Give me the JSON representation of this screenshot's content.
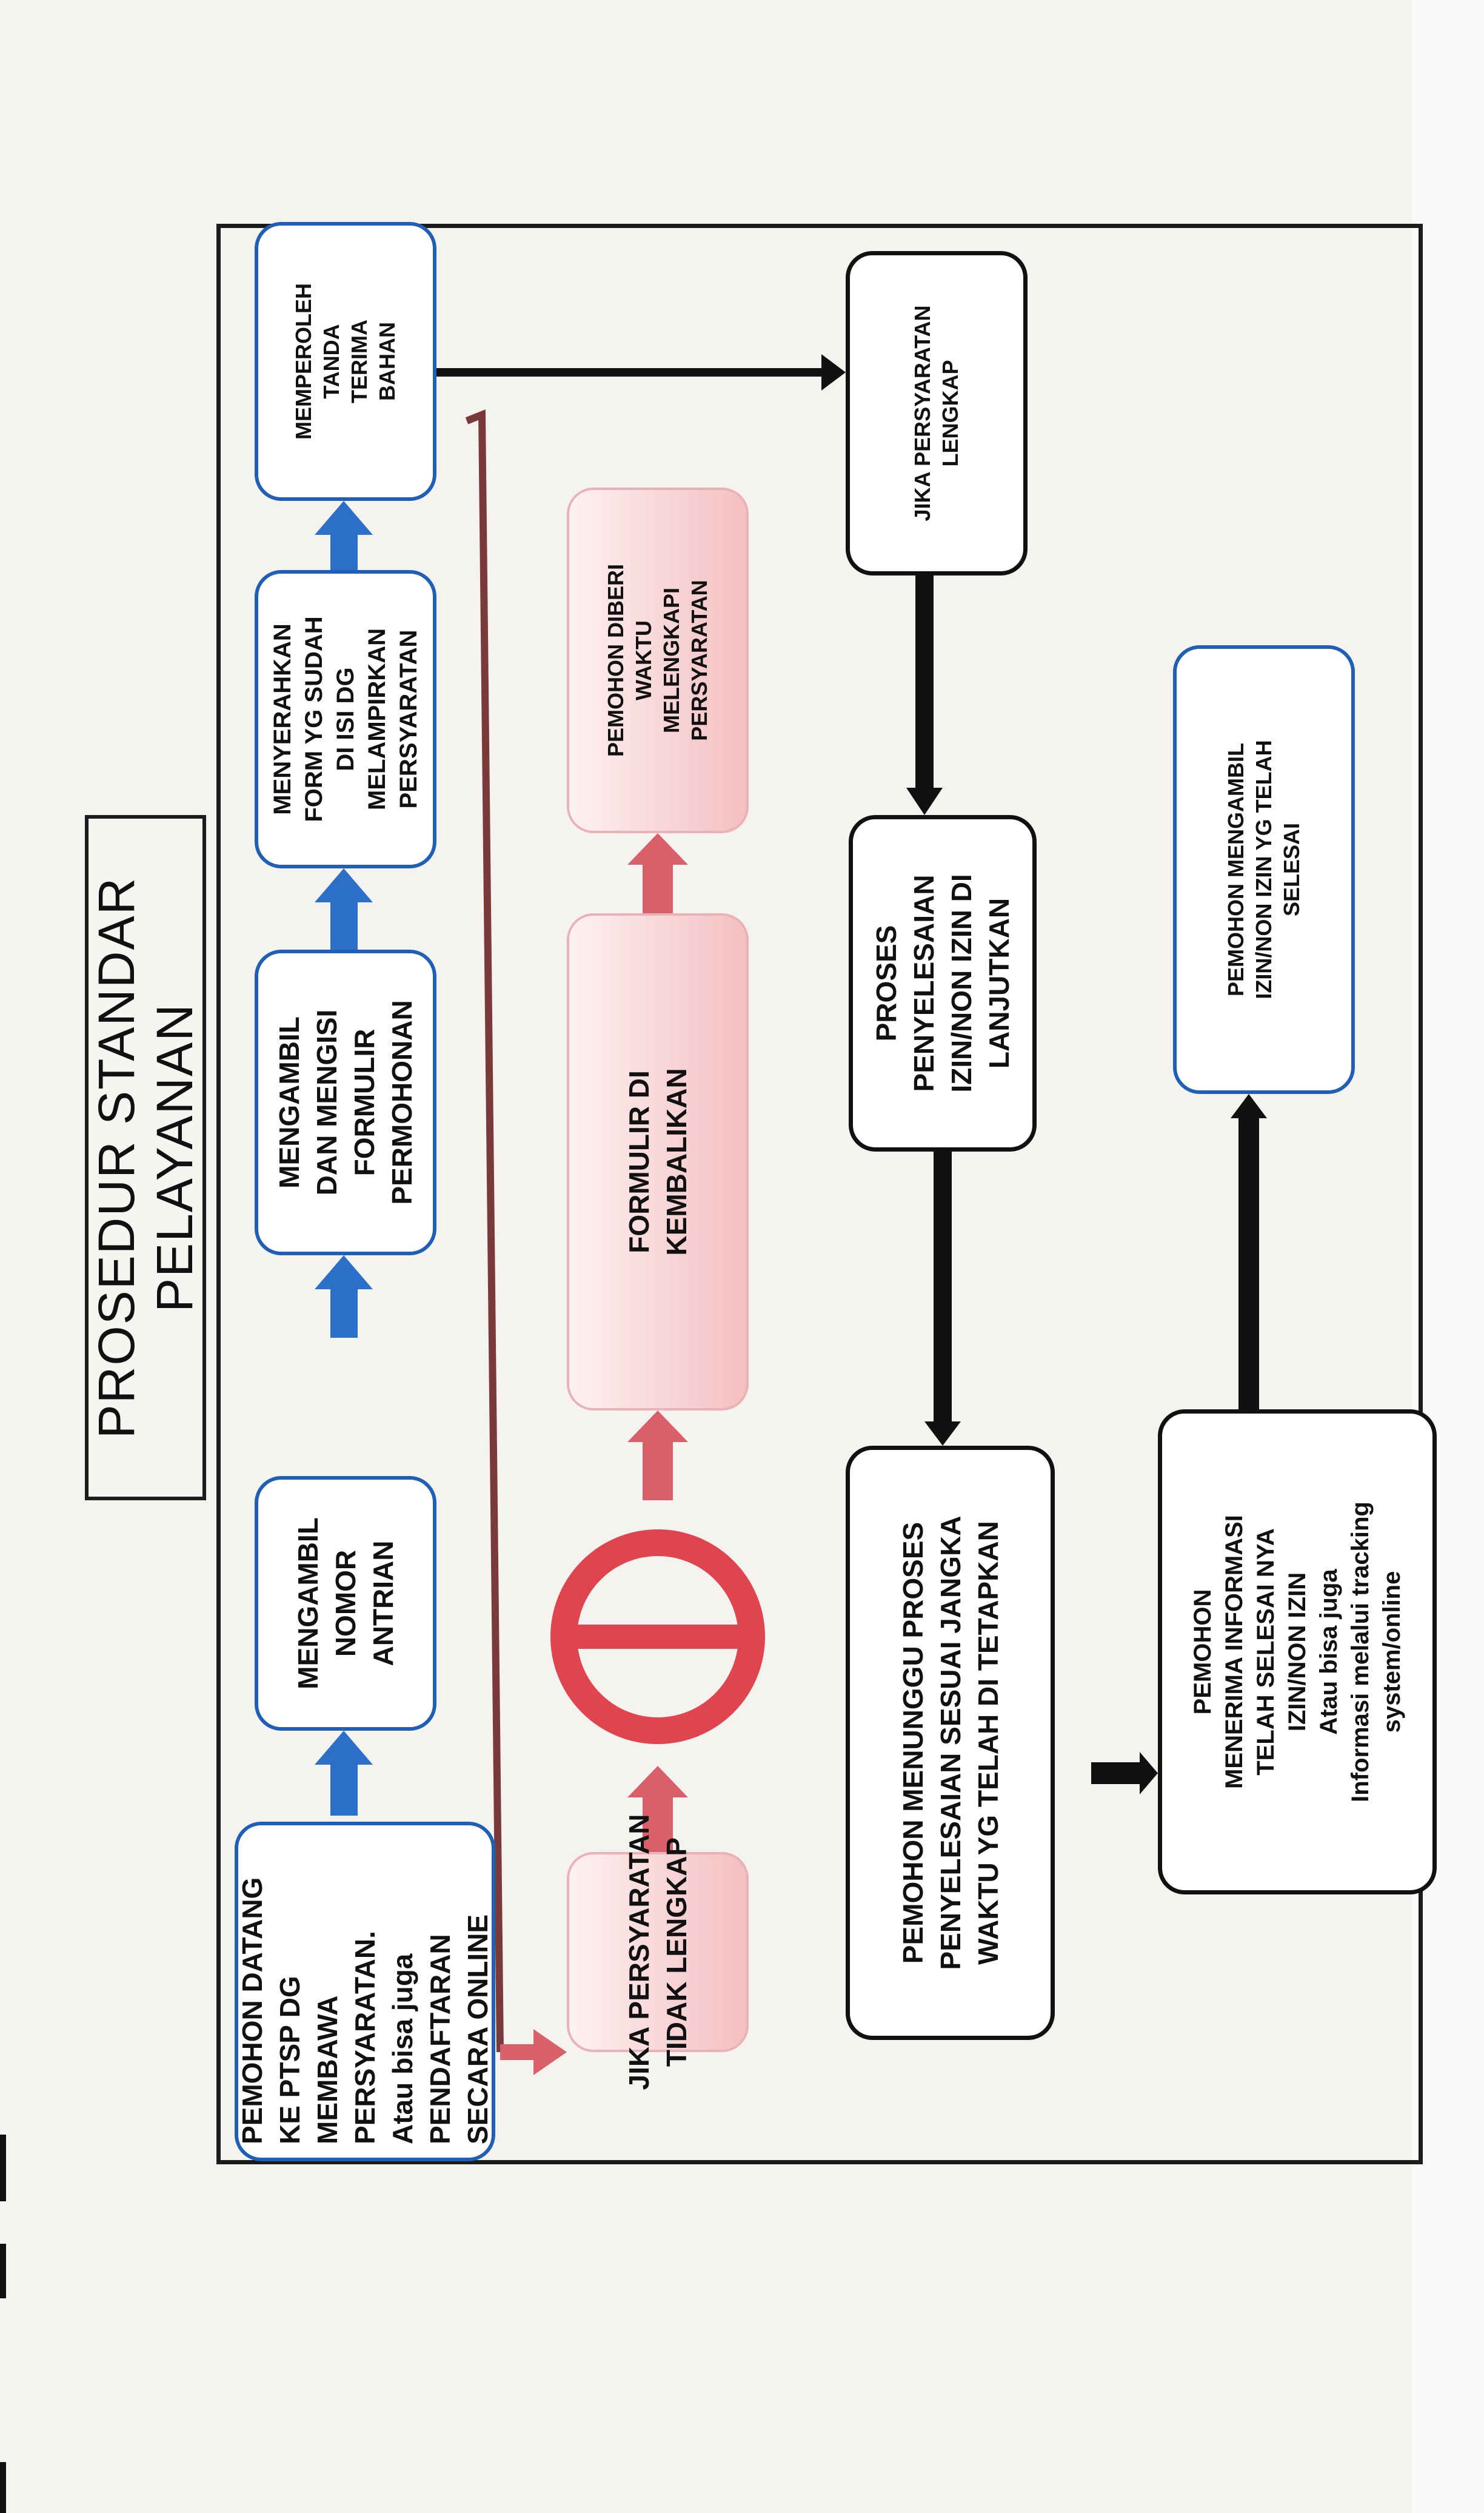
{
  "title": [
    "PROSEDUR STANDAR",
    "PELAYANAN"
  ],
  "nodes": {
    "pemohon_datang": [
      "PEMOHON DATANG",
      "KE PTSP DG",
      "MEMBAWA",
      "PERSYARATAN.",
      "Atau bisa juga",
      "PENDAFTARAN",
      "SECARA ONLINE"
    ],
    "ambil_antrian": [
      "MENGAMBIL",
      "NOMOR",
      "ANTRIAN"
    ],
    "isi_formulir": [
      "MENGAMBIL",
      "DAN MENGISI",
      "FORMULIR",
      "PERMOHONAN"
    ],
    "serahkan_form": [
      "MENYERAHKAN",
      "FORM YG SUDAH",
      "DI ISI DG",
      "MELAMPIRKAN",
      "PERSYARATAN"
    ],
    "tanda_terima": [
      "MEMPEROLEH",
      "TANDA",
      "TERIMA",
      "BAHAN"
    ],
    "tidak_lengkap": [
      "JIKA PERSYARATAN",
      "TIDAK LENGKAP"
    ],
    "formulir_kembali": [
      "FORMULIR DI",
      "KEMBALIKAN"
    ],
    "diberi_waktu": [
      "PEMOHON DIBERI",
      "WAKTU",
      "MELENGKAPI",
      "PERSYARATAN"
    ],
    "lengkap": [
      "JIKA PERSYARATAN",
      "LENGKAP"
    ],
    "proses_lanjut": [
      "PROSES",
      "PENYELESAIAN",
      "IZIN/NON IZIN DI",
      "LANJUTKAN"
    ],
    "menunggu": [
      "PEMOHON MENUNGGU PROSES",
      "PENYELESAIAN SESUAI JANGKA",
      "WAKTU YG TELAH DI TETAPKAN"
    ],
    "menerima_info": [
      "PEMOHON",
      "MENERIMA INFORMASI",
      "TELAH SELESAI NYA",
      "IZIN/NON IZIN",
      "Atau bisa juga",
      "Informasi melalui tracking",
      "system/online"
    ],
    "mengambil_izin": [
      "PEMOHON  MENGAMBIL",
      "IZIN/NON IZIN YG TELAH",
      "SELESAI"
    ]
  },
  "colors": {
    "blue_border": "#1f5fb6",
    "blue_arrow": "#2c6fc9",
    "red_fill": "#f4bfc1",
    "red_arrow": "#d9606a",
    "no_symbol": "#e0444f",
    "black_arrow": "#111111"
  },
  "icons": [
    "no-entry-symbol-icon"
  ]
}
